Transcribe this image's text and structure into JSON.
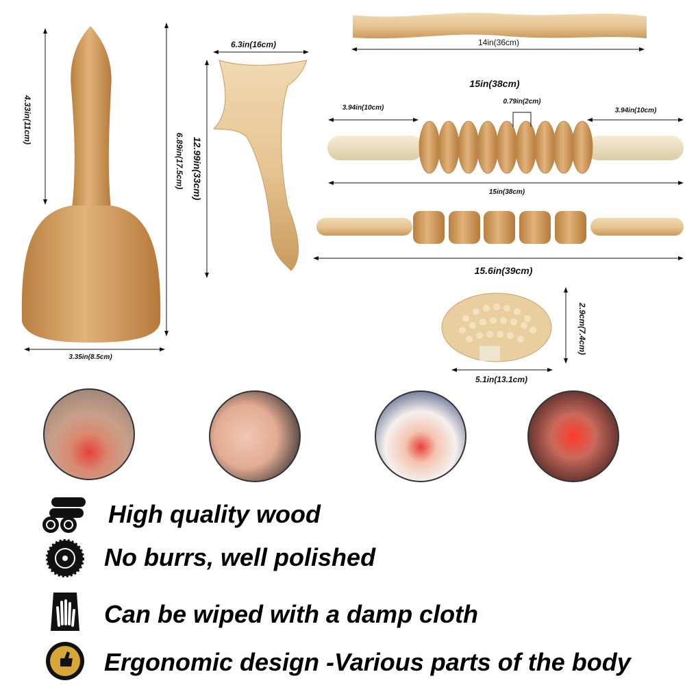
{
  "products": {
    "cup": {
      "handle_height": "4.33in(11cm)",
      "total_height": "6.89in(17.5cm)",
      "width": "3.35in(8.5cm)"
    },
    "board": {
      "width": "6.3in(16cm)",
      "height": "12.99in(33cm)"
    },
    "stick": {
      "length": "14in(36cm)"
    },
    "wheel_roller": {
      "title": "15in(38cm)",
      "left_handle": "3.94in(10cm)",
      "wheel_gap": "0.79in(2cm)",
      "right_handle": "3.94in(10cm)",
      "length": "15in(38cm)"
    },
    "cube_roller": {
      "length": "15.6in(39cm)"
    },
    "brush": {
      "height": "2.9cm(7.4cm)",
      "width": "5.1in(13.1cm)"
    }
  },
  "colors": {
    "wood": "#d9a86a",
    "wood_light": "#ecd3a8",
    "pain": "#e8403a"
  },
  "features": [
    {
      "icon": "logs-icon",
      "text": "High quality wood"
    },
    {
      "icon": "saw-blade-icon",
      "text": "No burrs, well polished"
    },
    {
      "icon": "wipe-cloth-icon",
      "text": "Can be wiped with a damp cloth"
    },
    {
      "icon": "guarantee-badge-icon",
      "text": "Ergonomic design -Various parts of the body"
    }
  ]
}
